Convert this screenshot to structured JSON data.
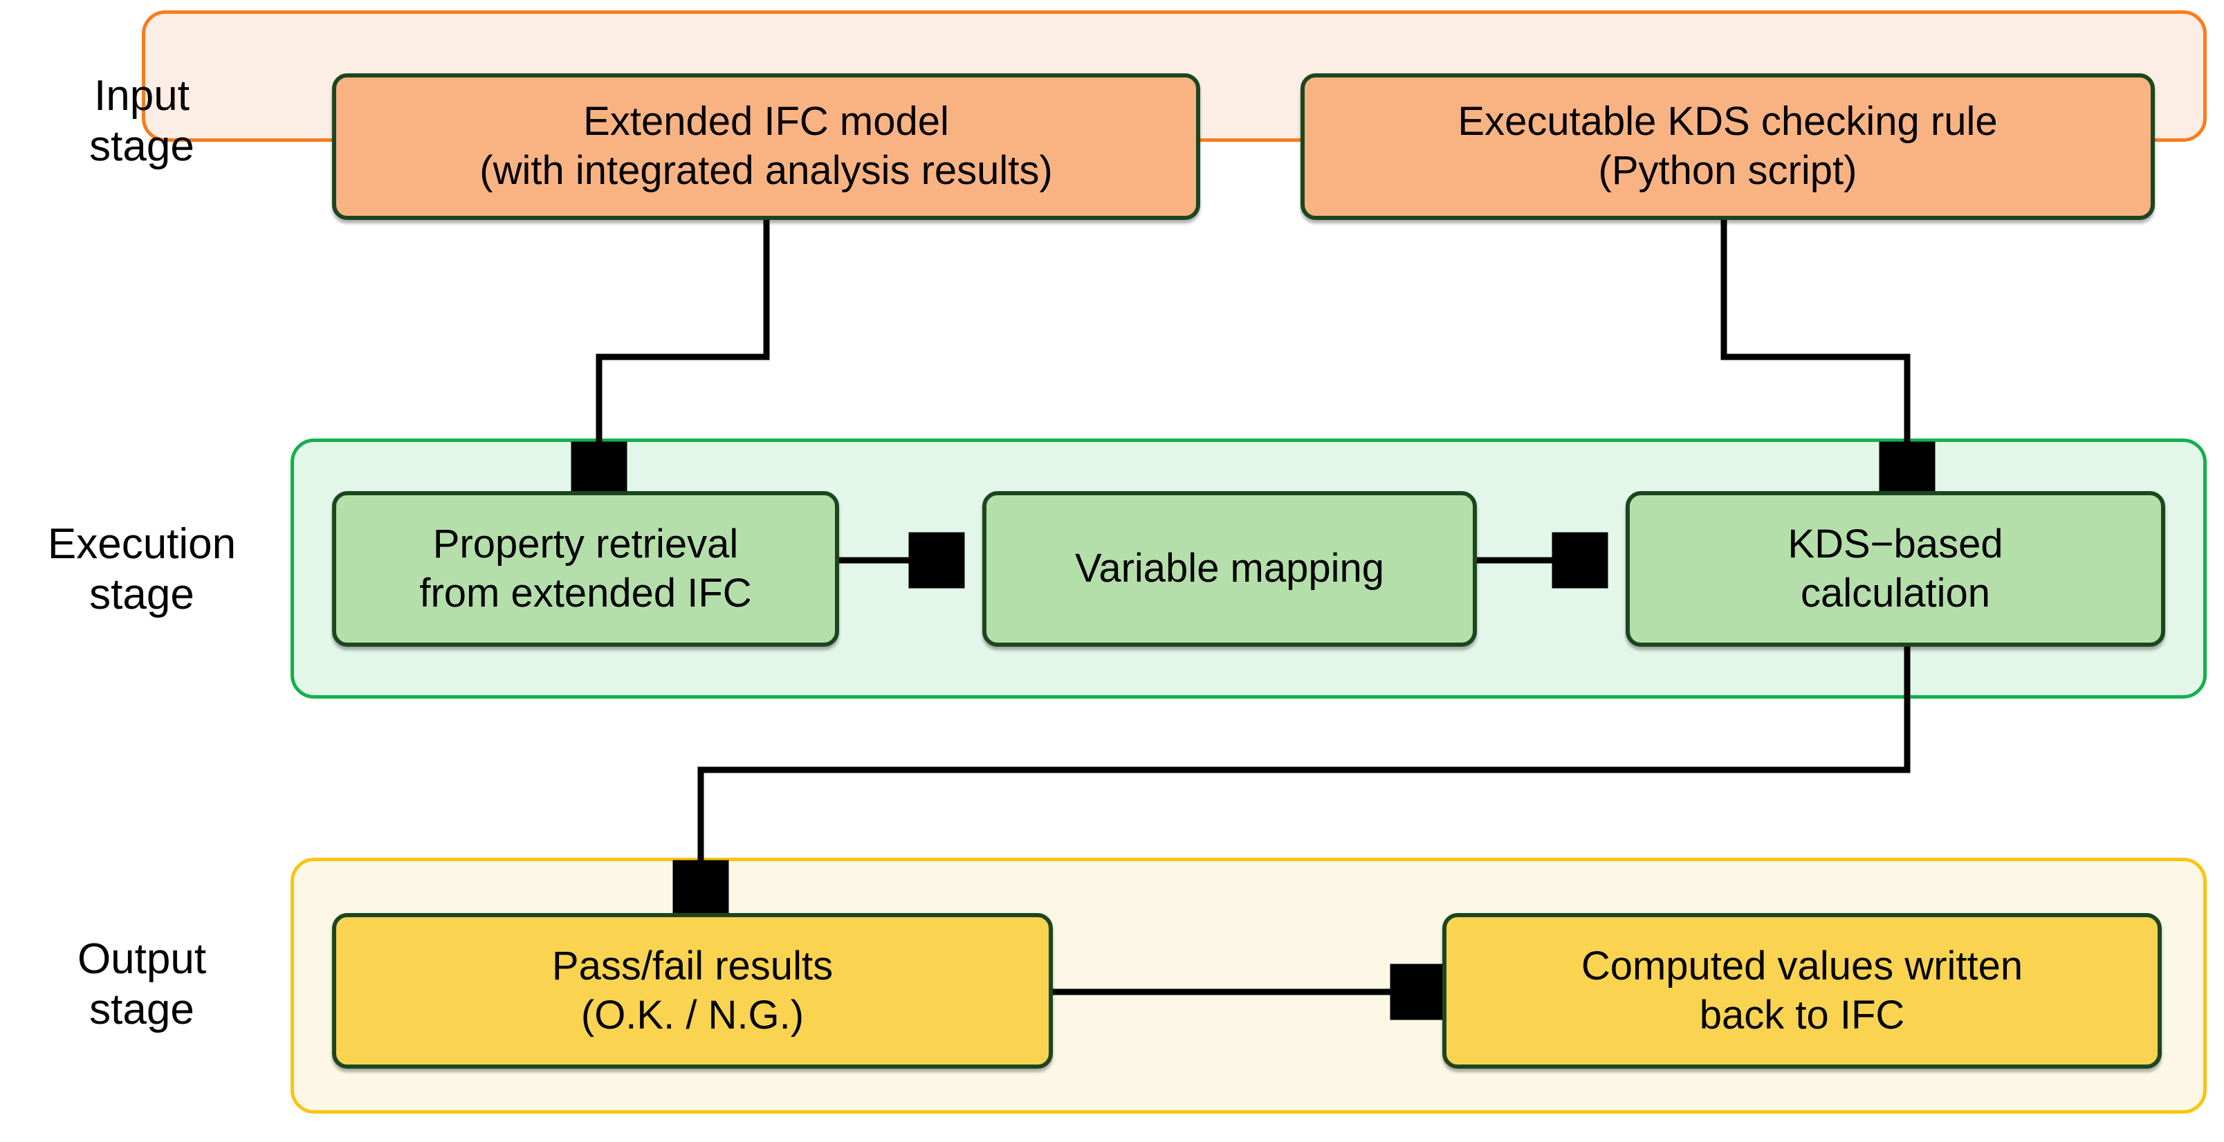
{
  "diagram": {
    "title": "KDS rule checking workflow",
    "colors": {
      "input_band_fill": "#fdeee5",
      "input_band_border": "#f97c1c",
      "input_node_fill": "#f9b383",
      "exec_band_fill": "#e3f6ea",
      "exec_band_border": "#11b24a",
      "exec_node_fill": "#b4dfab",
      "output_band_fill": "#fdf8e6",
      "output_band_border": "#fbc412",
      "output_node_fill": "#fad450",
      "node_border": "#1b4620",
      "connector": "#000000"
    },
    "stages": [
      {
        "id": "input",
        "label_line1": "Input",
        "label_line2": "stage"
      },
      {
        "id": "exec",
        "label_line1": "Execution",
        "label_line2": "stage"
      },
      {
        "id": "output",
        "label_line1": "Output",
        "label_line2": "stage"
      }
    ],
    "nodes": {
      "extended_ifc_model": "Extended IFC model\n(with integrated analysis results)",
      "executable_kds_rule": "Executable KDS checking rule\n(Python script)",
      "property_retrieval": "Property retrieval\nfrom extended IFC",
      "variable_mapping": "Variable mapping",
      "kds_calculation": "KDS−based\ncalculation",
      "pass_fail_results": "Pass/fail results\n(O.K. / N.G.)",
      "computed_values": "Computed values written\nback to IFC"
    }
  }
}
